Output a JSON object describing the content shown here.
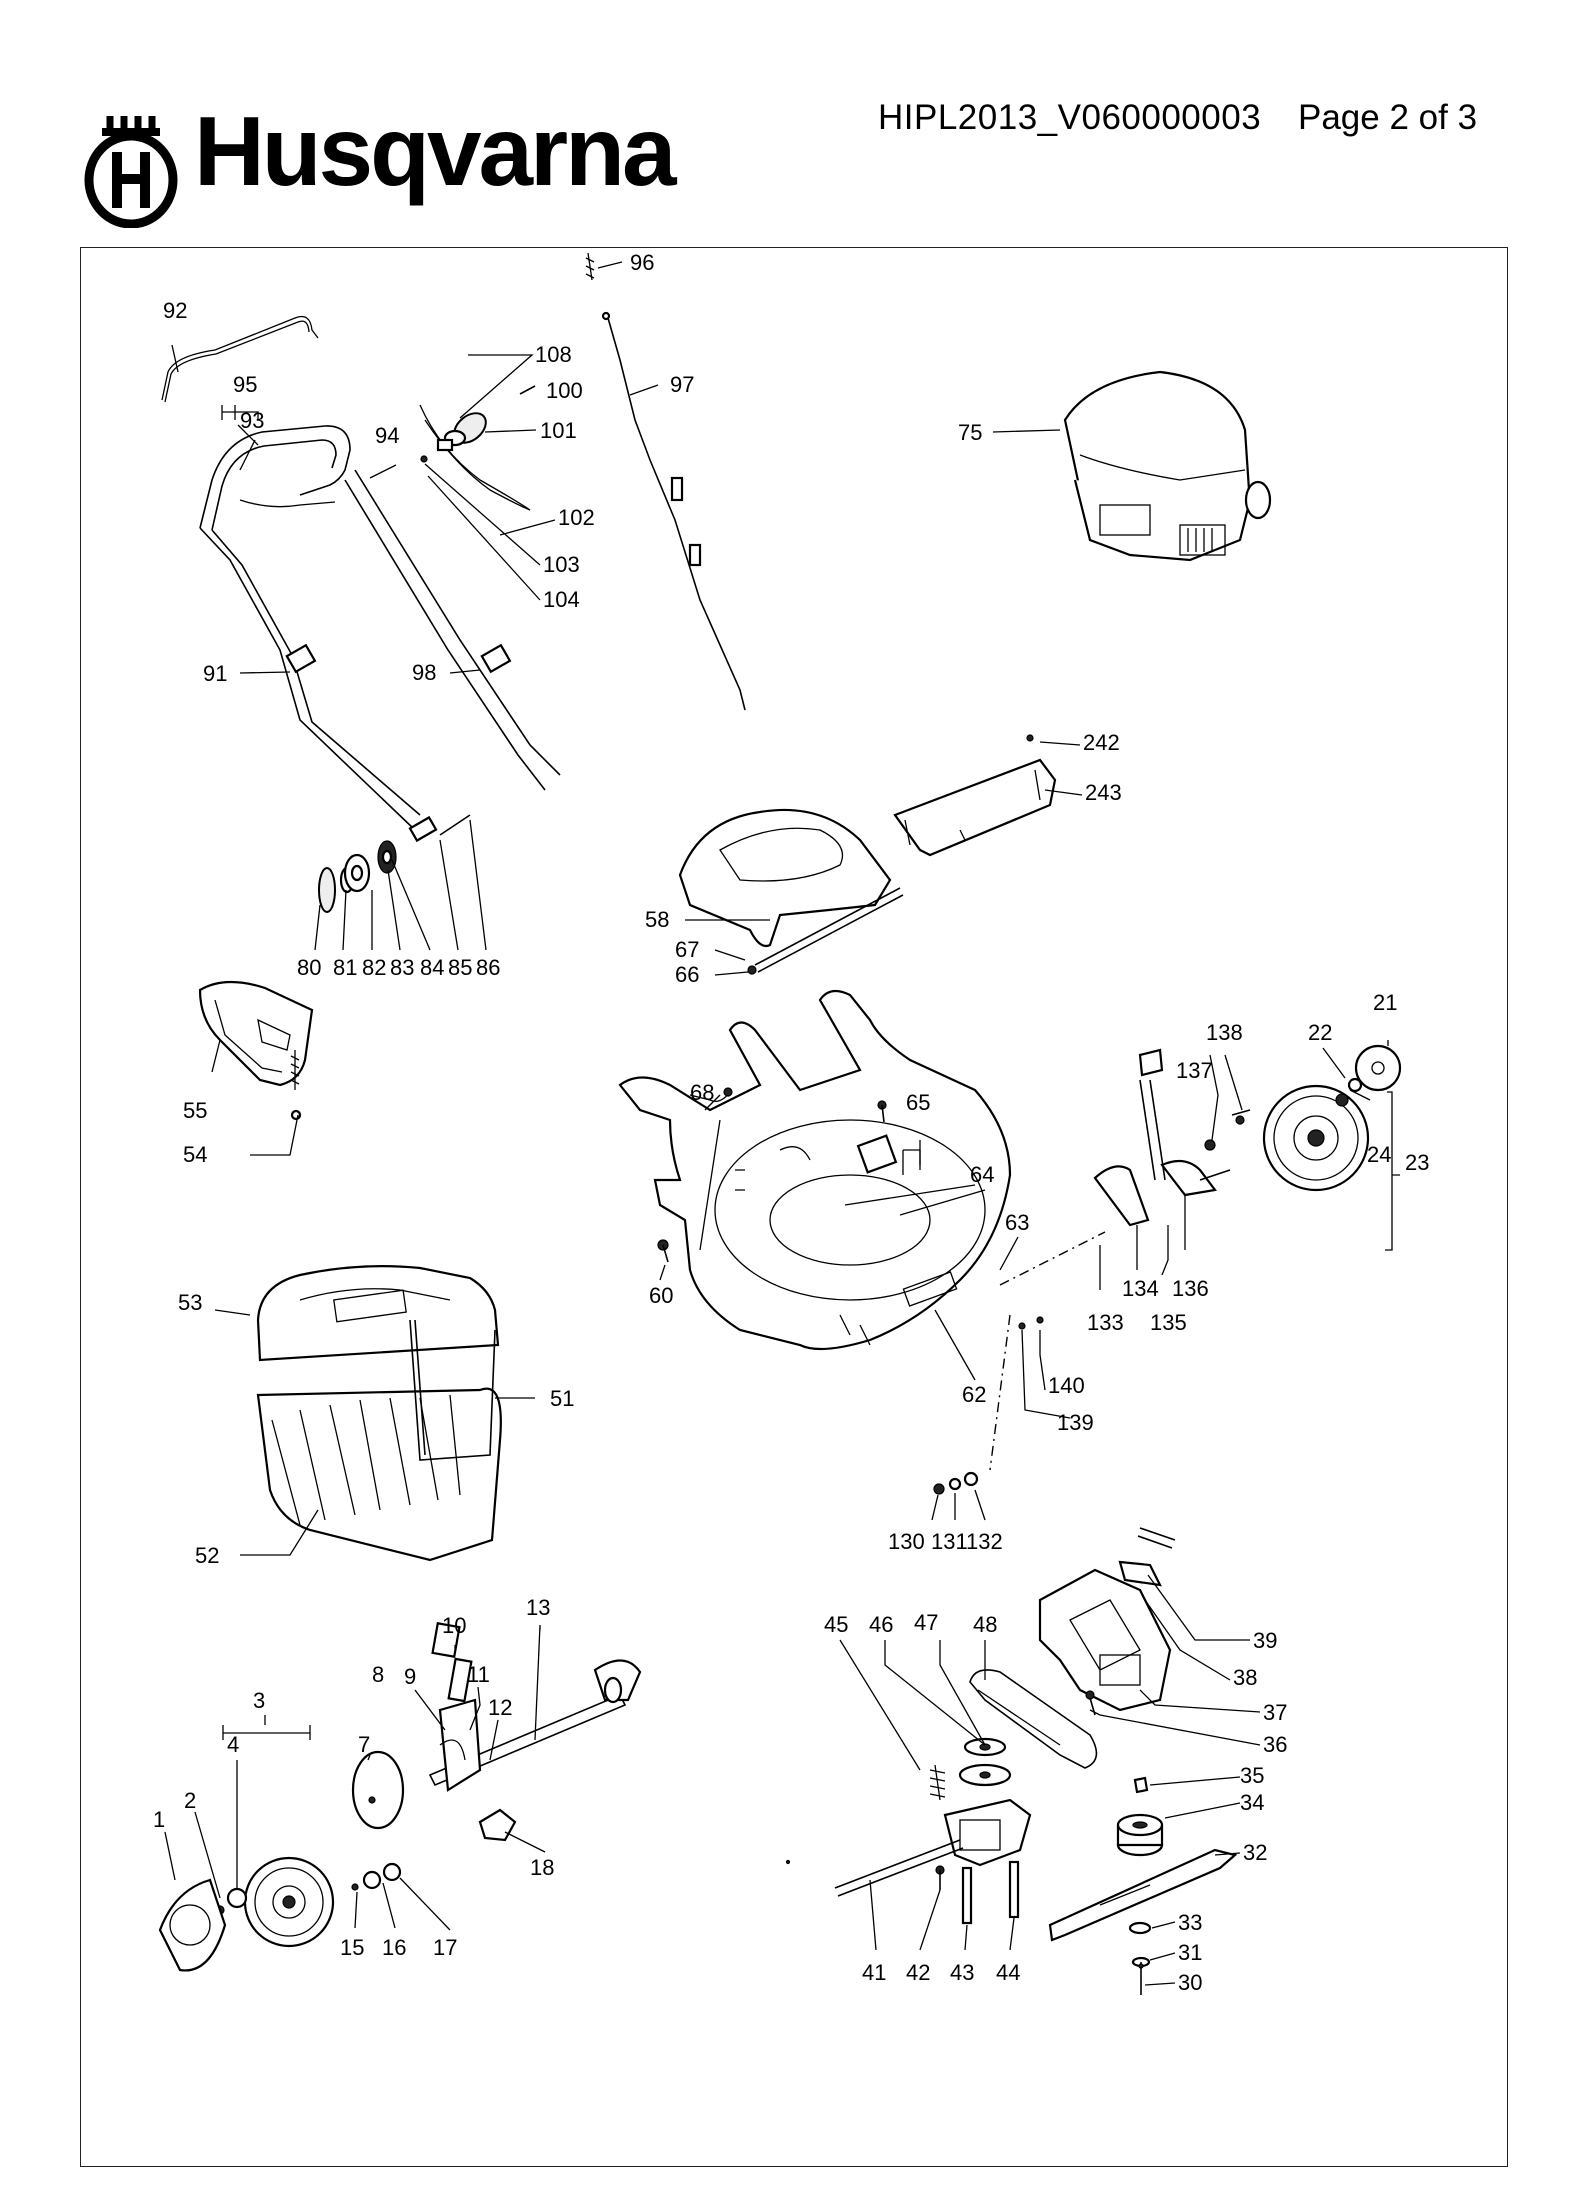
{
  "header": {
    "brand": "Husqvarna",
    "doc_id": "HIPL2013_V060000003",
    "page": "Page 2 of 3"
  },
  "labels": [
    "96",
    "92",
    "108",
    "100",
    "97",
    "95",
    "93",
    "101",
    "94",
    "75",
    "102",
    "103",
    "104",
    "91",
    "98",
    "242",
    "243",
    "58",
    "67",
    "66",
    "80",
    "81",
    "82",
    "83",
    "84",
    "85",
    "86",
    "21",
    "138",
    "22",
    "137",
    "55",
    "68",
    "65",
    "24",
    "23",
    "64",
    "54",
    "63",
    "134",
    "136",
    "133",
    "135",
    "60",
    "53",
    "62",
    "140",
    "51",
    "139",
    "52",
    "130",
    "131",
    "132",
    "39",
    "13",
    "10",
    "45",
    "46",
    "47",
    "48",
    "38",
    "9",
    "11",
    "8",
    "37",
    "3",
    "12",
    "36",
    "4",
    "7",
    "35",
    "34",
    "1",
    "2",
    "18",
    "32",
    "15",
    "16",
    "17",
    "33",
    "31",
    "41",
    "42",
    "43",
    "44",
    "30"
  ]
}
